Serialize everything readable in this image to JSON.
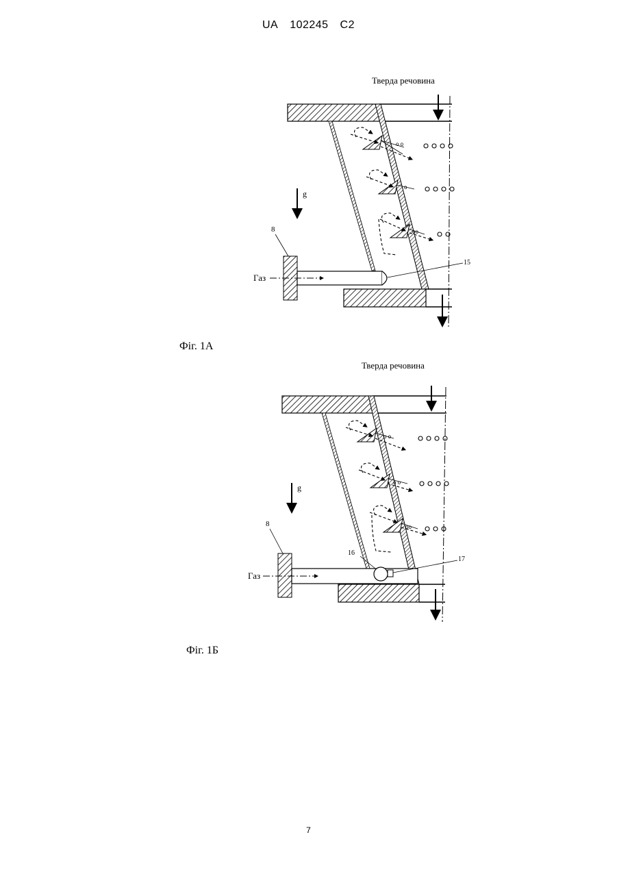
{
  "header": {
    "country": "UA",
    "number": "102245",
    "kind": "C2"
  },
  "figures": [
    {
      "caption": "Фіг. 1А",
      "solid_label": "Тверда речовина",
      "gravity_label": "g",
      "gas_label": "Газ",
      "ref_8": "8",
      "ref_15": "15"
    },
    {
      "caption": "Фіг. 1Б",
      "solid_label": "Тверда речовина",
      "gravity_label": "g",
      "gas_label": "Газ",
      "ref_8": "8",
      "ref_16": "16",
      "ref_17": "17"
    }
  ],
  "page_number": "7"
}
